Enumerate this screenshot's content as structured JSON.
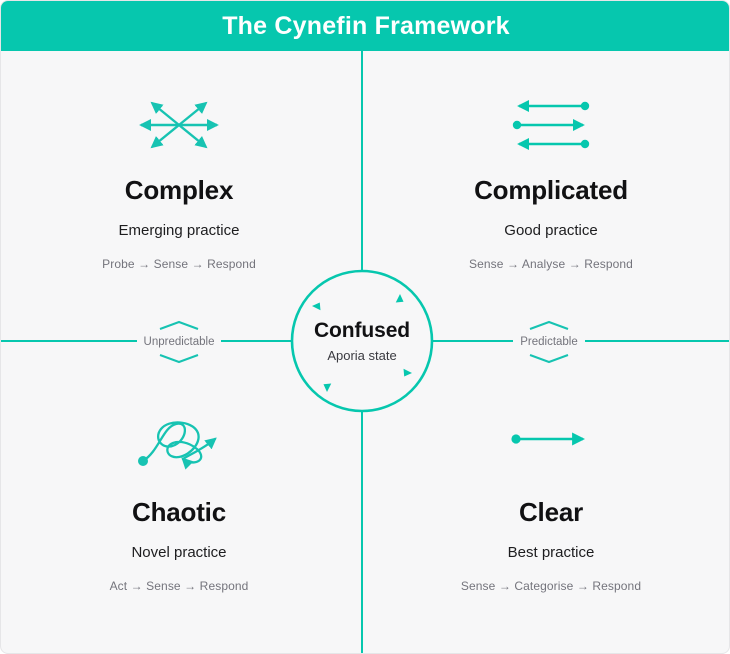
{
  "header": {
    "title": "The Cynefin Framework",
    "bg_color": "#06c7ae",
    "text_color": "#ffffff"
  },
  "theme": {
    "accent": "#06c7ae",
    "background": "#f7f7f8",
    "title_color": "#111113",
    "muted_text": "#74747c"
  },
  "axes": {
    "left_label": "Unpredictable",
    "right_label": "Predictable",
    "chevron_up_icon": "chevron-up-icon",
    "chevron_down_icon": "chevron-down-icon"
  },
  "center": {
    "title": "Confused",
    "subtitle": "Aporia state",
    "icon": "circular-arrows-icon"
  },
  "quadrants": [
    {
      "key": "complex",
      "title": "Complex",
      "practice": "Emerging practice",
      "steps": "Probe → Sense → Respond",
      "icon": "radiating-arrows-icon"
    },
    {
      "key": "complicated",
      "title": "Complicated",
      "practice": "Good practice",
      "steps": "Sense → Analyse → Respond",
      "icon": "parallel-arrows-icon"
    },
    {
      "key": "chaotic",
      "title": "Chaotic",
      "practice": "Novel practice",
      "steps": "Act → Sense → Respond",
      "icon": "tangled-scribble-arrow-icon"
    },
    {
      "key": "clear",
      "title": "Clear",
      "practice": "Best practice",
      "steps": "Sense → Categorise → Respond",
      "icon": "single-arrow-icon"
    }
  ]
}
